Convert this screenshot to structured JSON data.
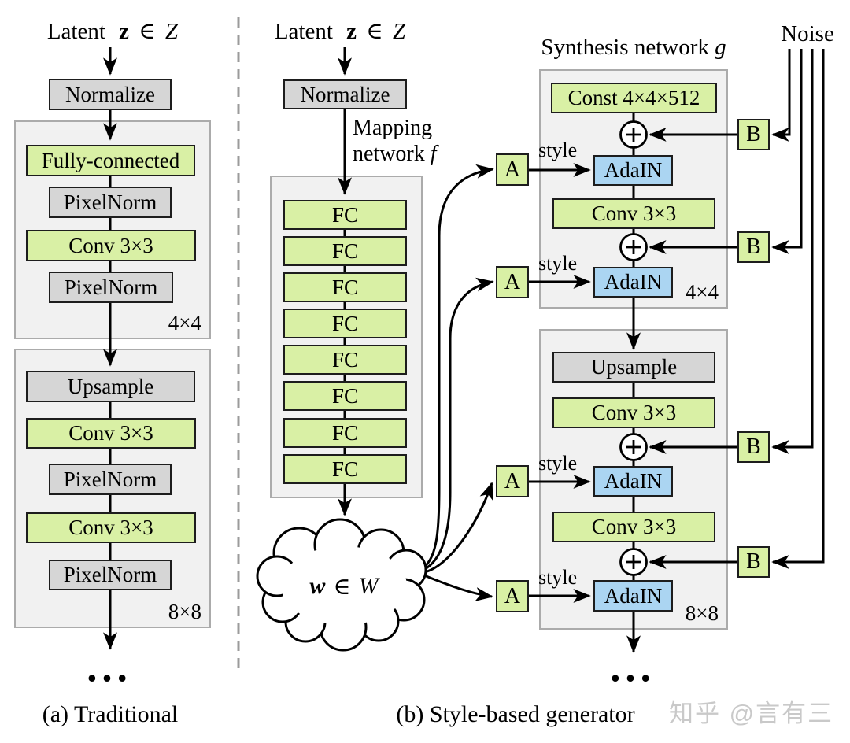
{
  "colors": {
    "box_green": "#d9f0a5",
    "box_gray": "#d6d6d6",
    "box_blue": "#abd5f2",
    "container_bg": "#f1f1f1",
    "container_border": "#ababab",
    "box_border": "#1d1d1d",
    "line": "#000000",
    "divider": "#9b9b9b",
    "watermark": "#c9c9c9"
  },
  "panel_a": {
    "latent": {
      "word": "Latent",
      "vec": "z",
      "elem": "∈",
      "space": "Z"
    },
    "normalize": "Normalize",
    "block1": {
      "res": "4×4",
      "row0": "Fully-connected",
      "row1": "PixelNorm",
      "row2": "Conv 3×3",
      "row3": "PixelNorm"
    },
    "block2": {
      "res": "8×8",
      "row0": "Upsample",
      "row1": "Conv 3×3",
      "row2": "PixelNorm",
      "row3": "Conv 3×3",
      "row4": "PixelNorm"
    },
    "ellipsis": "•••",
    "caption": "(a) Traditional"
  },
  "panel_b": {
    "latent": {
      "word": "Latent",
      "vec": "z",
      "elem": "∈",
      "space": "Z"
    },
    "normalize": "Normalize",
    "mapping": {
      "line1": "Mapping",
      "line2": "network",
      "f": "f",
      "fc": [
        "FC",
        "FC",
        "FC",
        "FC",
        "FC",
        "FC",
        "FC",
        "FC"
      ]
    },
    "w_space": {
      "vec": "w",
      "elem": "∈",
      "space": "W"
    },
    "noise": "Noise",
    "a_labels": [
      "A",
      "A",
      "A",
      "A"
    ],
    "b_labels": [
      "B",
      "B",
      "B",
      "B"
    ],
    "style_labels": [
      "style",
      "style",
      "style",
      "style"
    ],
    "synthesis": {
      "title": "Synthesis network",
      "g": "g",
      "block1": {
        "res": "4×4",
        "const": "Const 4×4×512",
        "adain1": "AdaIN",
        "conv": "Conv 3×3",
        "adain2": "AdaIN"
      },
      "block2": {
        "res": "8×8",
        "upsample": "Upsample",
        "conv1": "Conv 3×3",
        "adain1": "AdaIN",
        "conv2": "Conv 3×3",
        "adain2": "AdaIN"
      }
    },
    "ellipsis": "•••",
    "caption": "(b) Style-based generator"
  },
  "watermark": "知乎 @言有三"
}
